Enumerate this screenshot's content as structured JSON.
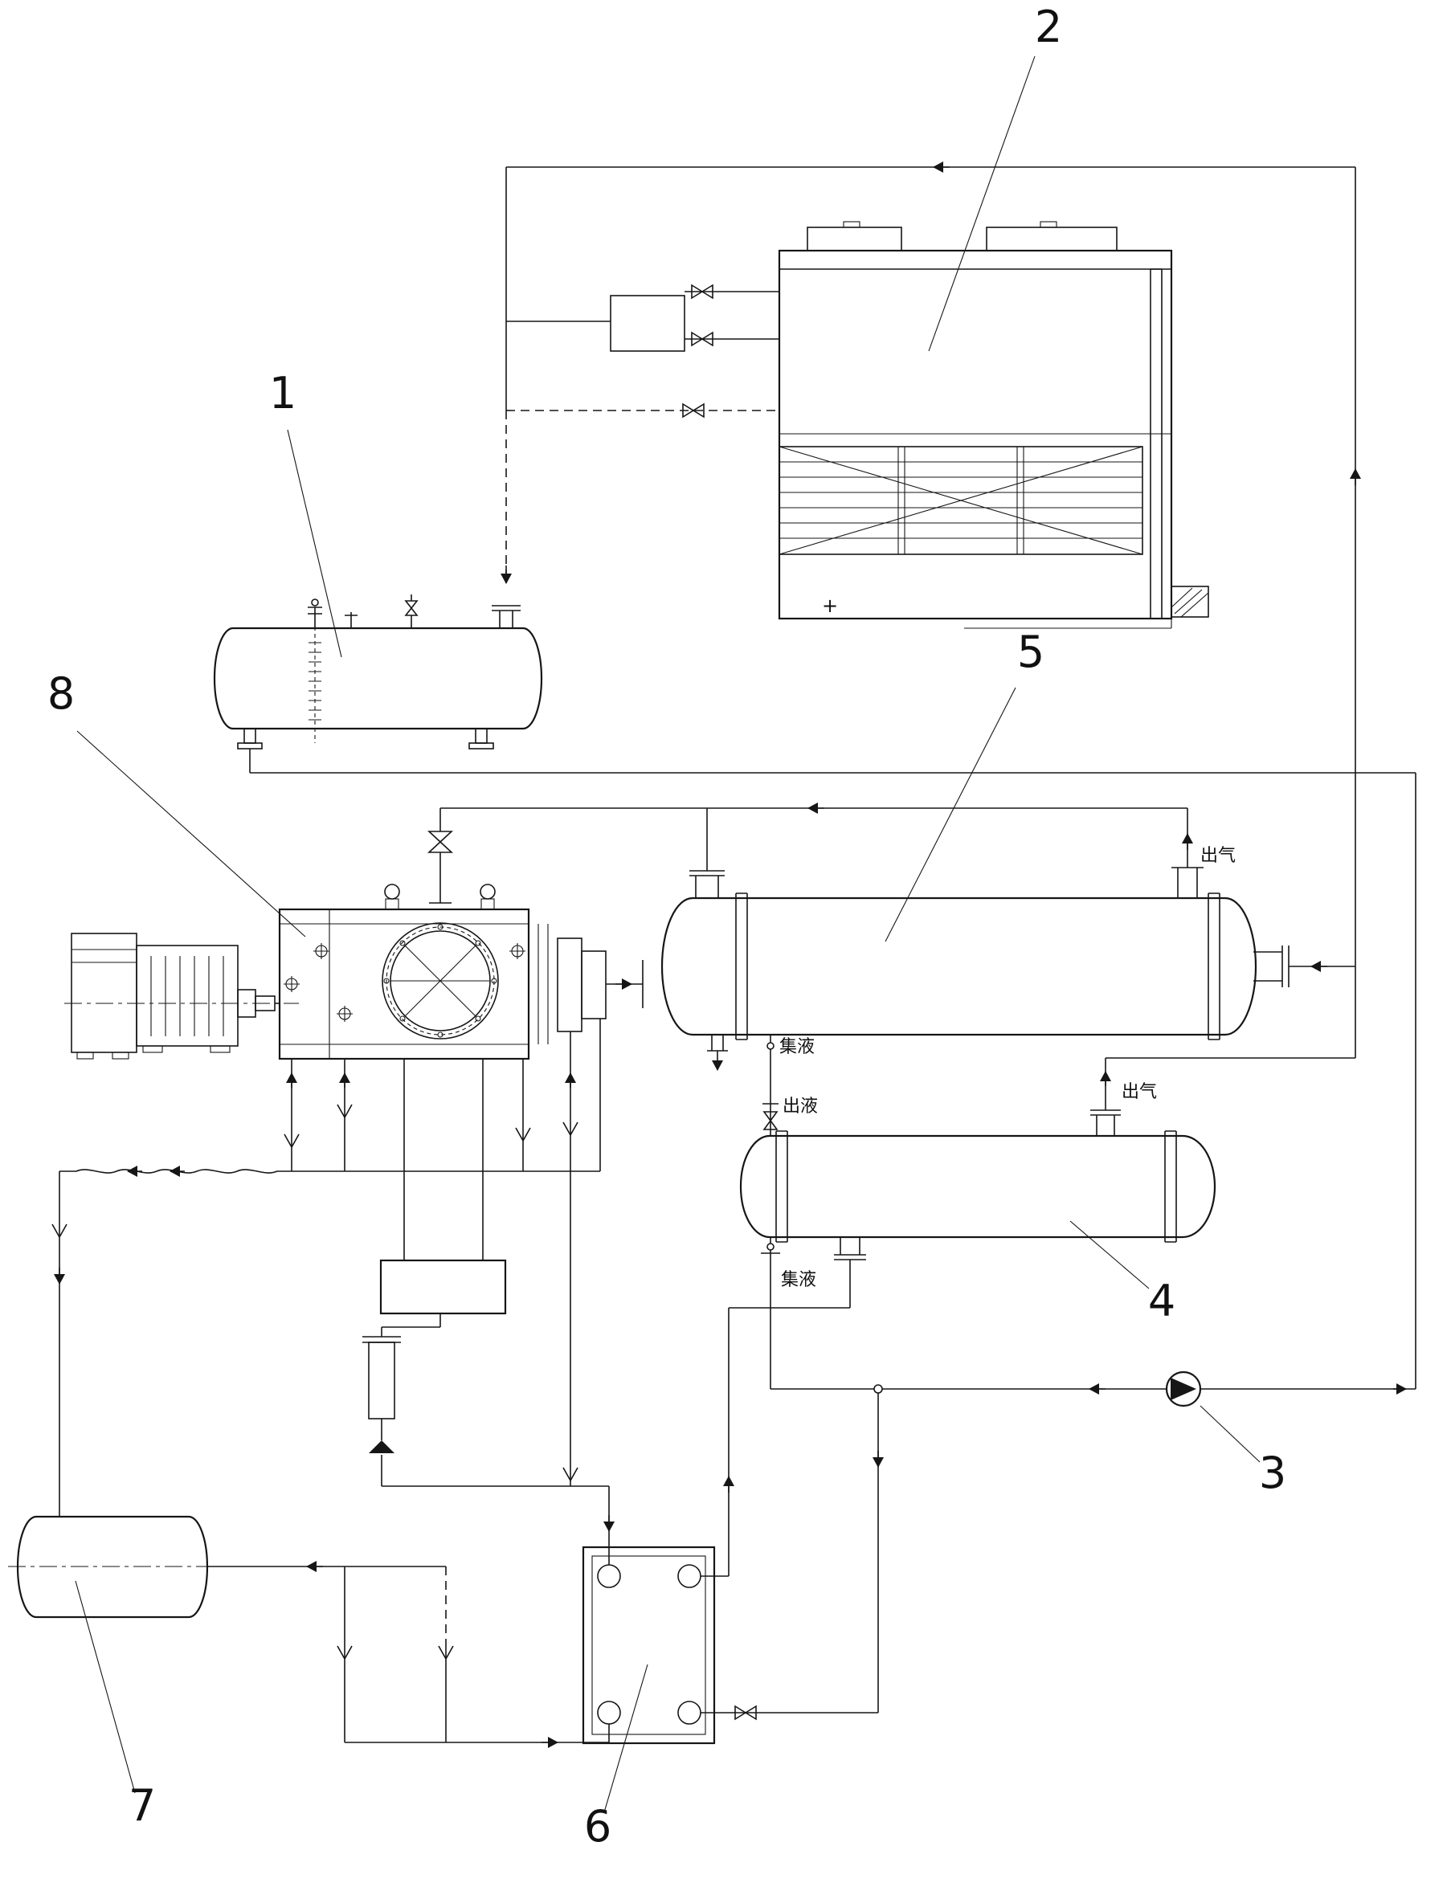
{
  "callouts": {
    "c1": "1",
    "c2": "2",
    "c3": "3",
    "c4": "4",
    "c5": "5",
    "c6": "6",
    "c7": "7",
    "c8": "8"
  },
  "ports": {
    "hx5_gas_out": "出气",
    "hx5_liquid_collect": "集液",
    "hx4_liquid_out": "出液",
    "hx4_gas_out": "出气",
    "hx4_liquid_collect": "集液"
  },
  "misc": {
    "plus_mark": "+"
  }
}
